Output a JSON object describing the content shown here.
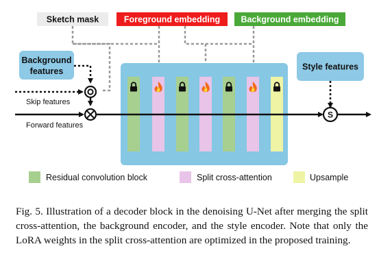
{
  "tags": {
    "sketch_mask": "Sketch mask",
    "foreground_embedding": "Foreground embedding",
    "background_embedding": "Background embedding"
  },
  "inputs": {
    "background_features_line1": "Background",
    "background_features_line2": "features",
    "style_features": "Style features",
    "skip_features": "Skip features",
    "forward_features": "Forward features"
  },
  "operators": {
    "style_node": "S"
  },
  "legend": {
    "residual": "Residual convolution block",
    "split_attention": "Split cross-attention",
    "upsample": "Upsample"
  },
  "colors": {
    "sketch_tag": "#ececec",
    "foreground_tag": "#ee1c1c",
    "background_tag": "#4aa838",
    "input_box": "#8ec9e6",
    "decoder_panel": "#86c7e4",
    "residual_block": "#a7cf8f",
    "split_attention_block": "#e8c4e8",
    "upsample_block": "#eef4a4"
  },
  "block_sequence": [
    "lock-icon",
    "fire-icon",
    "lock-icon",
    "fire-icon",
    "lock-icon",
    "fire-icon",
    "lock-icon"
  ],
  "caption": "Fig. 5.  Illustration of a decoder block in the denoising U-Net after merging the split cross-attention, the background encoder, and the style encoder. Note that only the LoRA weights in the split cross-attention are optimized in the proposed training."
}
